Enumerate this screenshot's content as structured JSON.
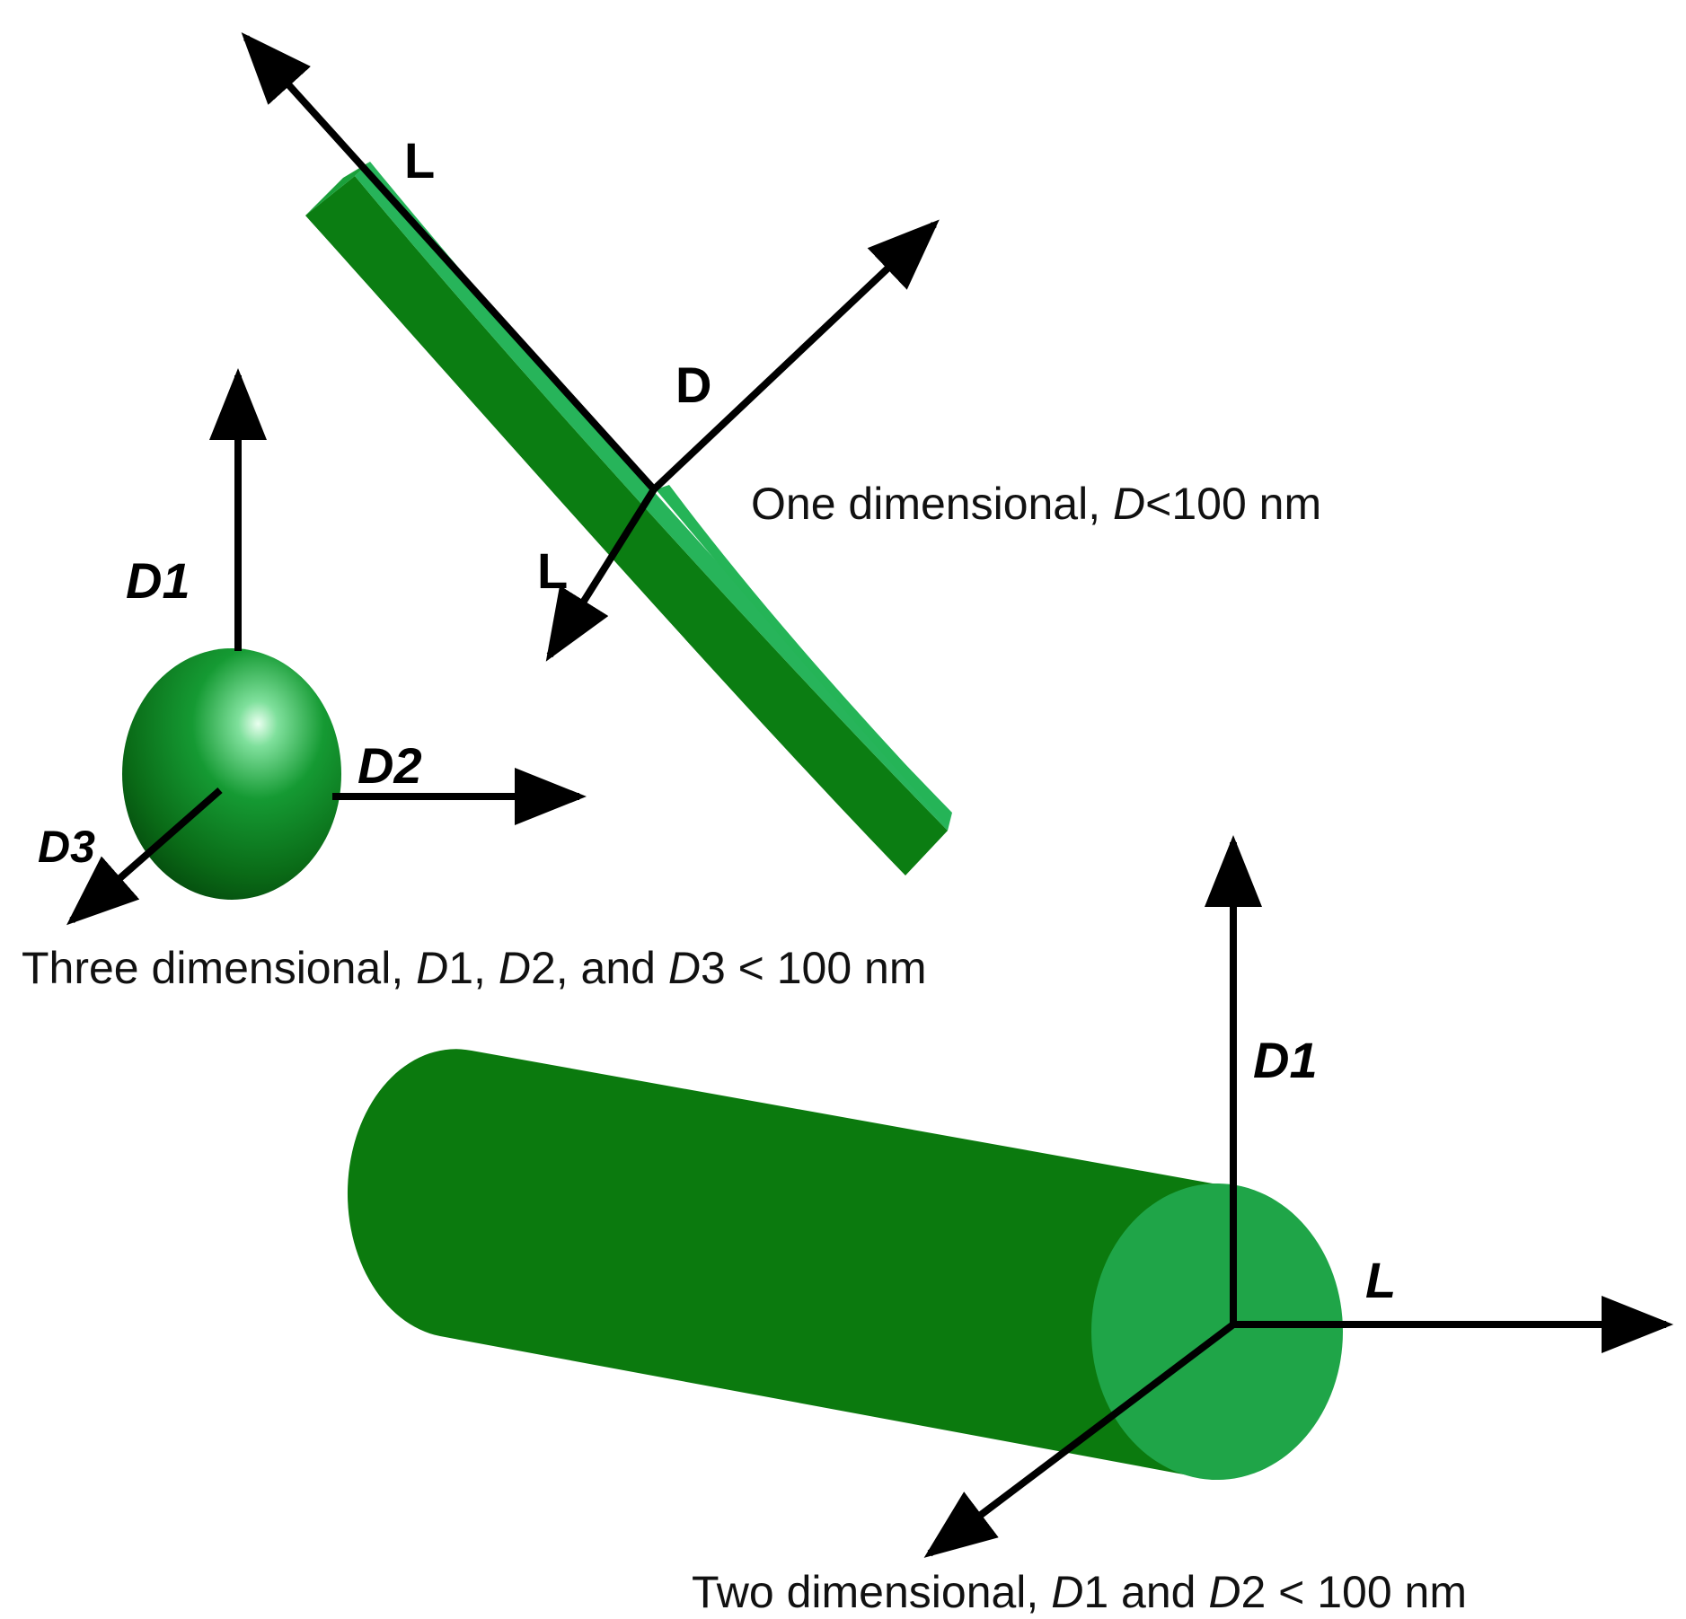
{
  "colors": {
    "dark_green": "#0a7a0a",
    "mid_green": "#1aa03a",
    "light_green": "#25b457",
    "arrow": "#000000"
  },
  "disk": {
    "axis_L_top": "L",
    "axis_L_bottom": "L",
    "axis_D": "D",
    "caption": {
      "prefix": "One dimensional, ",
      "var": "D",
      "suffix": "<100 nm"
    }
  },
  "sphere": {
    "axis_D1": "D1",
    "axis_D2": "D2",
    "axis_D3": "D3",
    "caption": {
      "p1": "Three dimensional, ",
      "v1": "D",
      "n1": "1, ",
      "v2": "D",
      "n2": "2, and ",
      "v3": "D",
      "n3": "3 < 100 nm"
    }
  },
  "cylinder": {
    "axis_D1": "D1",
    "axis_L": "L",
    "caption": {
      "p1": "Two dimensional, ",
      "v1": "D",
      "n1": "1 and ",
      "v2": "D",
      "n2": "2 < 100 nm"
    }
  }
}
